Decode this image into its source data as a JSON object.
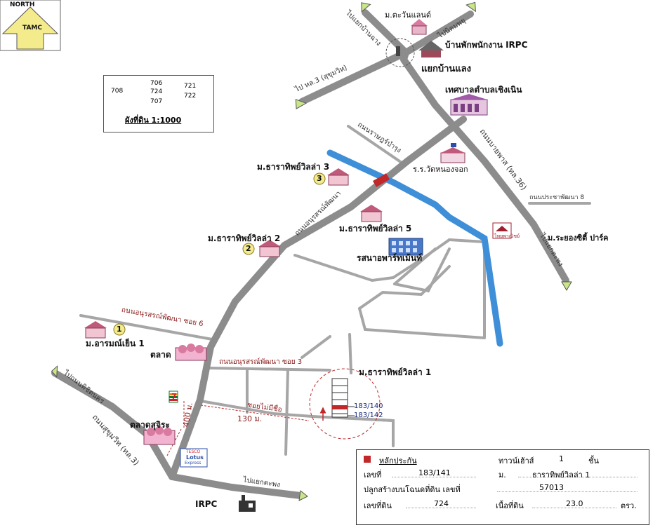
{
  "north_badge": {
    "line1": "NORTH",
    "line2": "TAMC"
  },
  "parcel_legend": {
    "numbers": [
      "706",
      "708",
      "724",
      "721",
      "722",
      "707"
    ],
    "caption": "ผังที่ดิน 1:1000"
  },
  "roads": {
    "ban_chang": "ไปแยกบ้านฉาง",
    "pla_kok": "ไปนิคมพยุ",
    "sukhumvit_top": "ไป ทล.3 (สุขุมวิท)",
    "sukhumvit_left": "ไปถนนพิชิตนคร",
    "to_tapong": "ไปแยกตะพง",
    "bottom_tapong": "ไปแยกตะพง",
    "road_36": "ถนนบายพาส (ทล.36)",
    "sukhumvit_3": "ถนนสุขุมวิท (ทล.3)",
    "anuratbamrung": "ถนนราษฎร์บำรุง",
    "anurotpattana_main": "ถนนอนุรสรณ์พัฒนา",
    "anurot_soi6": "ถนนอนุรสรณ์พัฒนา ซอย 6",
    "anurot_soi3": "ถนนอนุรสรณ์พัฒนา ซอย 3",
    "prachapattana8": "ถนนประชาพัฒนา 8",
    "soi_unnamed": "ซอยไม่มีชื่อ"
  },
  "places": {
    "taewanland": "ม.ตะวันแลนด์",
    "irpc_house": "บ้านพักพนักงาน IRPC",
    "ban_laeng_junction": "แยกบ้านแลง",
    "municipality": "เทศบาลตำบลเชิงเนิน",
    "school": "ร.ร.วัดหนองจอก",
    "villa3": "ม.ธาราทิพย์วิลล่า 3",
    "villa2": "ม.ธาราทิพย์วิลล่า 2",
    "villa5": "ม.ธาราทิพย์วิลล่า 5",
    "apartment": "รสนาอพาร์ทเม้นท์",
    "rayong_city_park": "ม.ระยองซิตี้ ปาร์ค",
    "bank": "ไทยพาณิชย์",
    "arom": "ม.อารมณ์เย็น 1",
    "market": "ตลาด",
    "sujira_market": "ตลาดสุจิระ",
    "villa1": "ม.ธาราทิพย์วิลล่า 1",
    "lotus_line1": "TESCO",
    "lotus_line2": "Lotus",
    "lotus_line3": "Express",
    "seven": "7",
    "irpc": "IRPC"
  },
  "markers": {
    "m1": "1",
    "m2": "2",
    "m3": "3"
  },
  "distances": {
    "d400": "400 ม.",
    "d130": "130 ม."
  },
  "house_numbers": {
    "a": "183/140",
    "b": "183/142"
  },
  "info": {
    "collateral_label": "หลักประกัน",
    "type_label": "ทาวน์เฮ้าส์",
    "floors_value": "1",
    "floors_unit": "ชั้น",
    "house_no_label": "เลขที่",
    "house_no_value": "183/141",
    "village_label": "ม.",
    "village_value": "ธาราทิพย์วิลล่า 1",
    "deed_label": "ปลูกสร้างบนโฉนดที่ดิน เลขที่",
    "deed_value": "57013",
    "land_no_label": "เลขที่ดิน",
    "land_no_value": "724",
    "area_label": "เนื้อที่ดิน",
    "area_value": "23.0",
    "area_unit": "ตรว."
  },
  "colors": {
    "road": "#9a9a9a",
    "road_dark": "#7f7f7f",
    "canal": "#3f8fd8",
    "collateral": "#c0282a",
    "badge": "#f4ec8c"
  }
}
